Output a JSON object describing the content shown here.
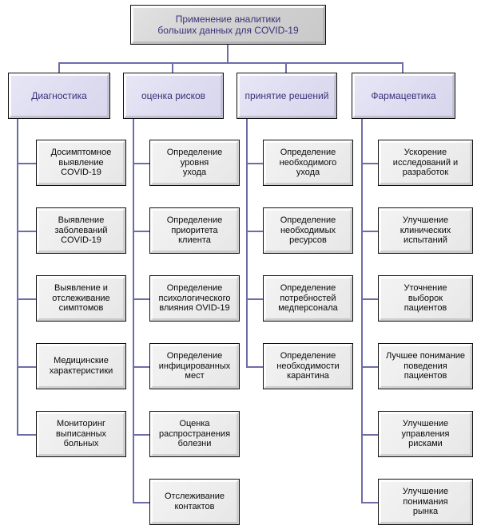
{
  "diagram": {
    "type": "tree-hierarchy",
    "root": {
      "label": "Применение аналитики\nбольших данных для COVID-19"
    },
    "colors": {
      "connector": "#6d6ca8",
      "root_fill": "#d2d2d2",
      "root_text": "#3b3179",
      "category_fill": "#dedcf0",
      "category_text": "#3b3179",
      "leaf_fill": "#ededed",
      "leaf_text": "#0a0a0a",
      "border": "#101010"
    },
    "branches": [
      {
        "label": "Диагностика",
        "children": [
          "Досимптомное\nвыявление\nCOVID-19",
          "Выявление\nзаболеваний\nCOVID-19",
          "Выявление и\nотслеживание\nсимптомов",
          "Медицинские\nхарактеристики",
          "Мониторинг\nвыписанных\nбольных"
        ]
      },
      {
        "label": "оценка рисков",
        "children": [
          "Определение\nуровня\nухода",
          "Определение\nприоритета\nклиента",
          "Определение\nпсихологического\nвлияния OVID-19",
          "Определение\nинфицированных\nмест",
          "Оценка\nраспространения\nболезни",
          "Отслеживание\nконтактов"
        ]
      },
      {
        "label": "принятие решений",
        "children": [
          "Определение\nнеобходимого\nухода",
          "Определение\nнеобходимых\nресурсов",
          "Определение\nпотребностей\nмедперсонала",
          "Определение\nнеобходимости\nкарантина"
        ]
      },
      {
        "label": "Фармацевтика",
        "children": [
          "Ускорение\nисследований и\nразработок",
          "Улучшение\nклинических\nиспытаний",
          "Уточнение\nвыборок\nпациентов",
          "Лучшее понимание\nповедения\nпациентов",
          "Улучшение\nуправления\nрисками",
          "Улучшение\nпонимания\nрынка"
        ]
      }
    ]
  }
}
